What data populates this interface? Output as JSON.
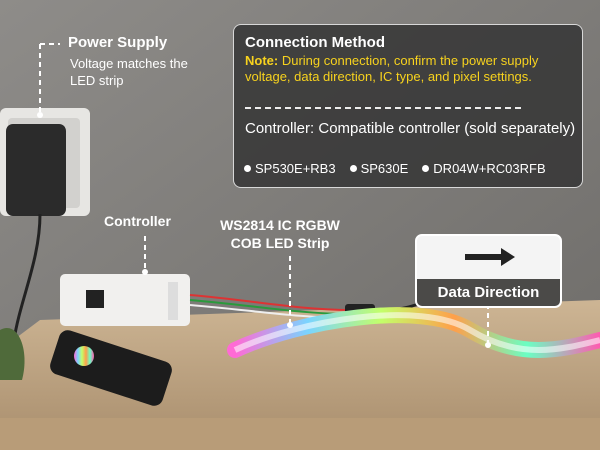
{
  "power_supply": {
    "title": "Power Supply",
    "description": "Voltage matches the LED strip"
  },
  "connection_card": {
    "title": "Connection Method",
    "note_label": "Note:",
    "note_text": " During connection, confirm the power supply voltage, data direction, IC type, and pixel settings.",
    "controller_text": "Controller: Compatible controller (sold separately)",
    "models": [
      "SP530E+RB3",
      "SP630E",
      "DR04W+RC03RFB"
    ]
  },
  "controller_label": "Controller",
  "strip_label": {
    "line1": "WS2814 IC RGBW",
    "line2": "COB LED Strip"
  },
  "data_direction": {
    "label": "Data Direction",
    "arrow_icon": "right-arrow-icon"
  },
  "colors": {
    "note_yellow": "#f7d21e",
    "card_bg": "#373737",
    "wall": "#7d7b78",
    "table": "#c7b090"
  }
}
